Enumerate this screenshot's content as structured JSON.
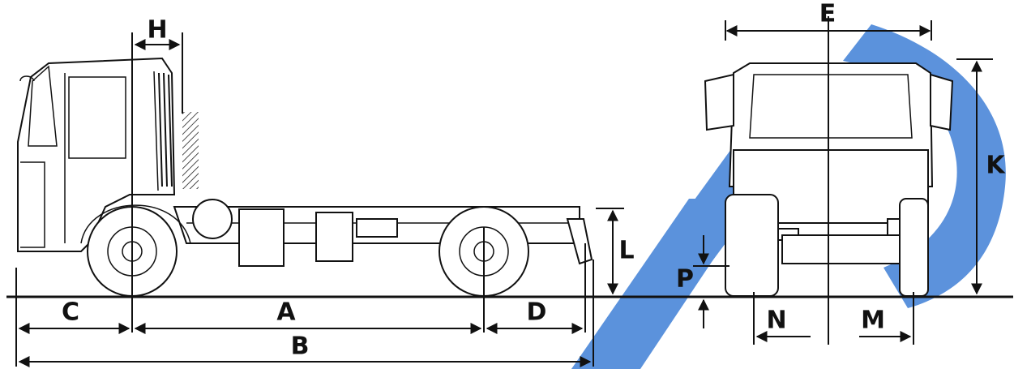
{
  "watermark_color": "#3f7fd6",
  "dimensions": {
    "A": "A",
    "B": "B",
    "C": "C",
    "D": "D",
    "E": "E",
    "H": "H",
    "K": "K",
    "L": "L",
    "M": "M",
    "N": "N",
    "P": "P"
  }
}
